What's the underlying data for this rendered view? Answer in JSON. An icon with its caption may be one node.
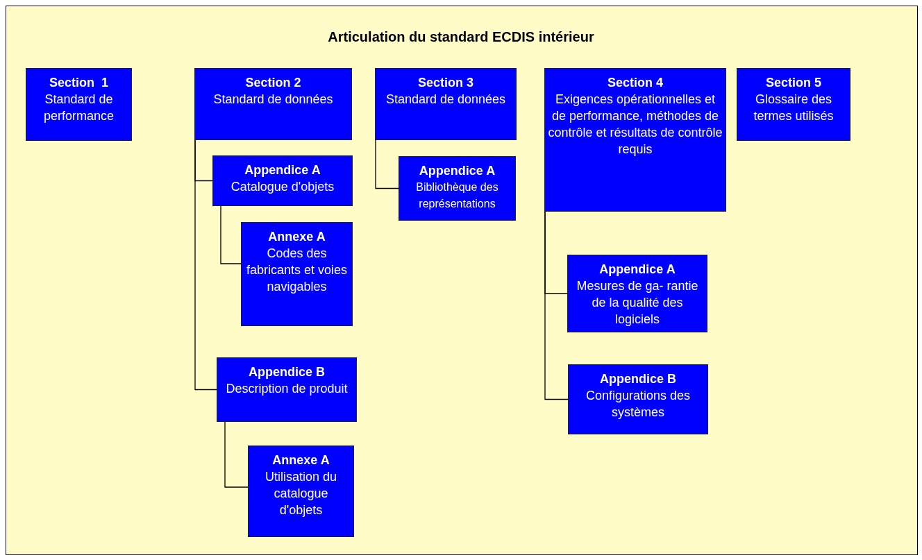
{
  "diagram": {
    "title": "Articulation du standard ECDIS intérieur",
    "nodes": [
      {
        "text": [
          "Section  1",
          "Standard de performance"
        ]
      },
      {
        "text": [
          "Section 2",
          "Standard de données"
        ]
      },
      {
        "text": [
          "Appendice A",
          "Catalogue d'objets"
        ]
      },
      {
        "text": [
          "Annexe A",
          "Codes des fabricants et voies navigables"
        ]
      },
      {
        "text": [
          "Appendice B",
          "Description de produit"
        ]
      },
      {
        "text": [
          "Annexe A",
          "Utilisation du catalogue d'objets"
        ]
      },
      {
        "text": [
          "Section 3",
          "Standard de données"
        ]
      },
      {
        "text": [
          "Appendice A",
          "Bibliothèque des représentations"
        ]
      },
      {
        "text": [
          "Section 4",
          "Exigences opérationnelles et de performance, méthodes de contrôle et résultats de contrôle requis"
        ]
      },
      {
        "text": [
          "Appendice A",
          "Mesures de ga- rantie de la qualité des logiciels"
        ]
      },
      {
        "text": [
          "Appendice B",
          "Configurations des systèmes"
        ]
      },
      {
        "text": [
          "Section 5",
          "Glossaire des termes utilisés"
        ]
      }
    ],
    "edges": [
      {
        "from": 1,
        "to": 2,
        "arrow": "none"
      },
      {
        "from": 1,
        "to": 4,
        "arrow": "none"
      },
      {
        "from": 2,
        "to": 3,
        "arrow": "none"
      },
      {
        "from": 4,
        "to": 5,
        "arrow": "none"
      },
      {
        "from": 6,
        "to": 7,
        "arrow": "none"
      },
      {
        "from": 8,
        "to": 9,
        "arrow": "none"
      },
      {
        "from": 8,
        "to": 10,
        "arrow": "none"
      }
    ]
  }
}
